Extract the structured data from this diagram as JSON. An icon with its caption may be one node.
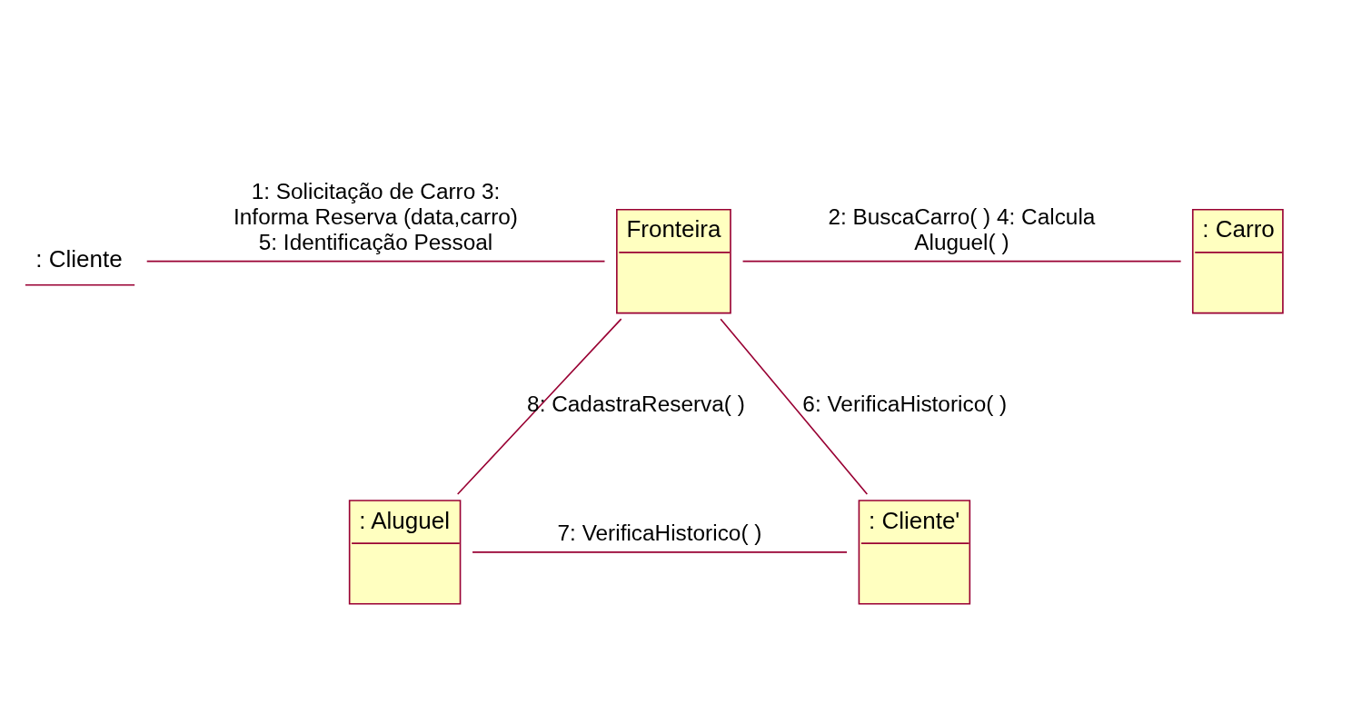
{
  "diagram": {
    "nodes": [
      {
        "text": [
          ": Cliente"
        ]
      },
      {
        "text": [
          "Fronteira"
        ]
      },
      {
        "text": [
          ": Carro"
        ]
      },
      {
        "text": [
          ": Aluguel"
        ]
      },
      {
        "text": [
          ": Cliente'"
        ]
      }
    ],
    "edges": [
      {
        "from": 0,
        "to": 1,
        "arrow": "none",
        "label": "1: Solicitação de Carro 3: Informa Reserva (data,carro) 5: Identificação Pessoal"
      },
      {
        "from": 1,
        "to": 2,
        "arrow": "none",
        "label": "2: BuscaCarro( ) 4: Calcula Aluguel( )"
      },
      {
        "from": 1,
        "to": 3,
        "arrow": "none",
        "label": "8: CadastraReserva( )"
      },
      {
        "from": 1,
        "to": 4,
        "arrow": "none",
        "label": "6: VerificaHistorico( )"
      },
      {
        "from": 4,
        "to": 3,
        "arrow": "none",
        "label": "7: VerificaHistorico( )"
      }
    ]
  }
}
